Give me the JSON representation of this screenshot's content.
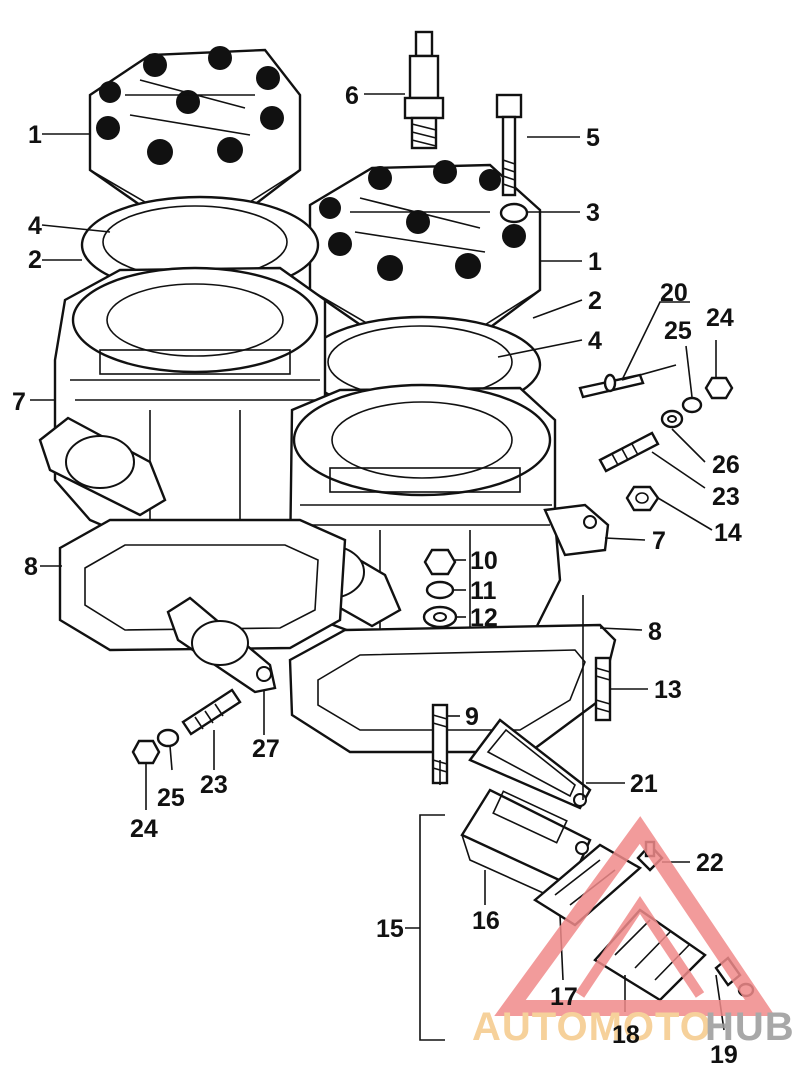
{
  "diagram": {
    "callouts": [
      {
        "id": "c1a",
        "text": "1"
      },
      {
        "id": "c4a",
        "text": "4"
      },
      {
        "id": "c2a",
        "text": "2"
      },
      {
        "id": "c7a",
        "text": "7"
      },
      {
        "id": "c8a",
        "text": "8"
      },
      {
        "id": "c6",
        "text": "6"
      },
      {
        "id": "c5",
        "text": "5"
      },
      {
        "id": "c3",
        "text": "3"
      },
      {
        "id": "c1b",
        "text": "1"
      },
      {
        "id": "c2b",
        "text": "2"
      },
      {
        "id": "c4b",
        "text": "4"
      },
      {
        "id": "c20",
        "text": "20"
      },
      {
        "id": "c25a",
        "text": "25"
      },
      {
        "id": "c24a",
        "text": "24"
      },
      {
        "id": "c26",
        "text": "26"
      },
      {
        "id": "c23a",
        "text": "23"
      },
      {
        "id": "c14",
        "text": "14"
      },
      {
        "id": "c7b",
        "text": "7"
      },
      {
        "id": "c10",
        "text": "10"
      },
      {
        "id": "c11",
        "text": "11"
      },
      {
        "id": "c12",
        "text": "12"
      },
      {
        "id": "c8b",
        "text": "8"
      },
      {
        "id": "c13",
        "text": "13"
      },
      {
        "id": "c9",
        "text": "9"
      },
      {
        "id": "c21",
        "text": "21"
      },
      {
        "id": "c22",
        "text": "22"
      },
      {
        "id": "c27",
        "text": "27"
      },
      {
        "id": "c23b",
        "text": "23"
      },
      {
        "id": "c25b",
        "text": "25"
      },
      {
        "id": "c24b",
        "text": "24"
      },
      {
        "id": "c15",
        "text": "15"
      },
      {
        "id": "c16",
        "text": "16"
      },
      {
        "id": "c17",
        "text": "17"
      },
      {
        "id": "c18",
        "text": "18"
      },
      {
        "id": "c19",
        "text": "19"
      }
    ]
  },
  "watermark": {
    "part_a": "AUTOMOTO",
    "part_b": "HUB",
    "color_a": "#f5c98a",
    "color_b": "#9a9a9a",
    "triangle_color": "#f08a8a"
  }
}
